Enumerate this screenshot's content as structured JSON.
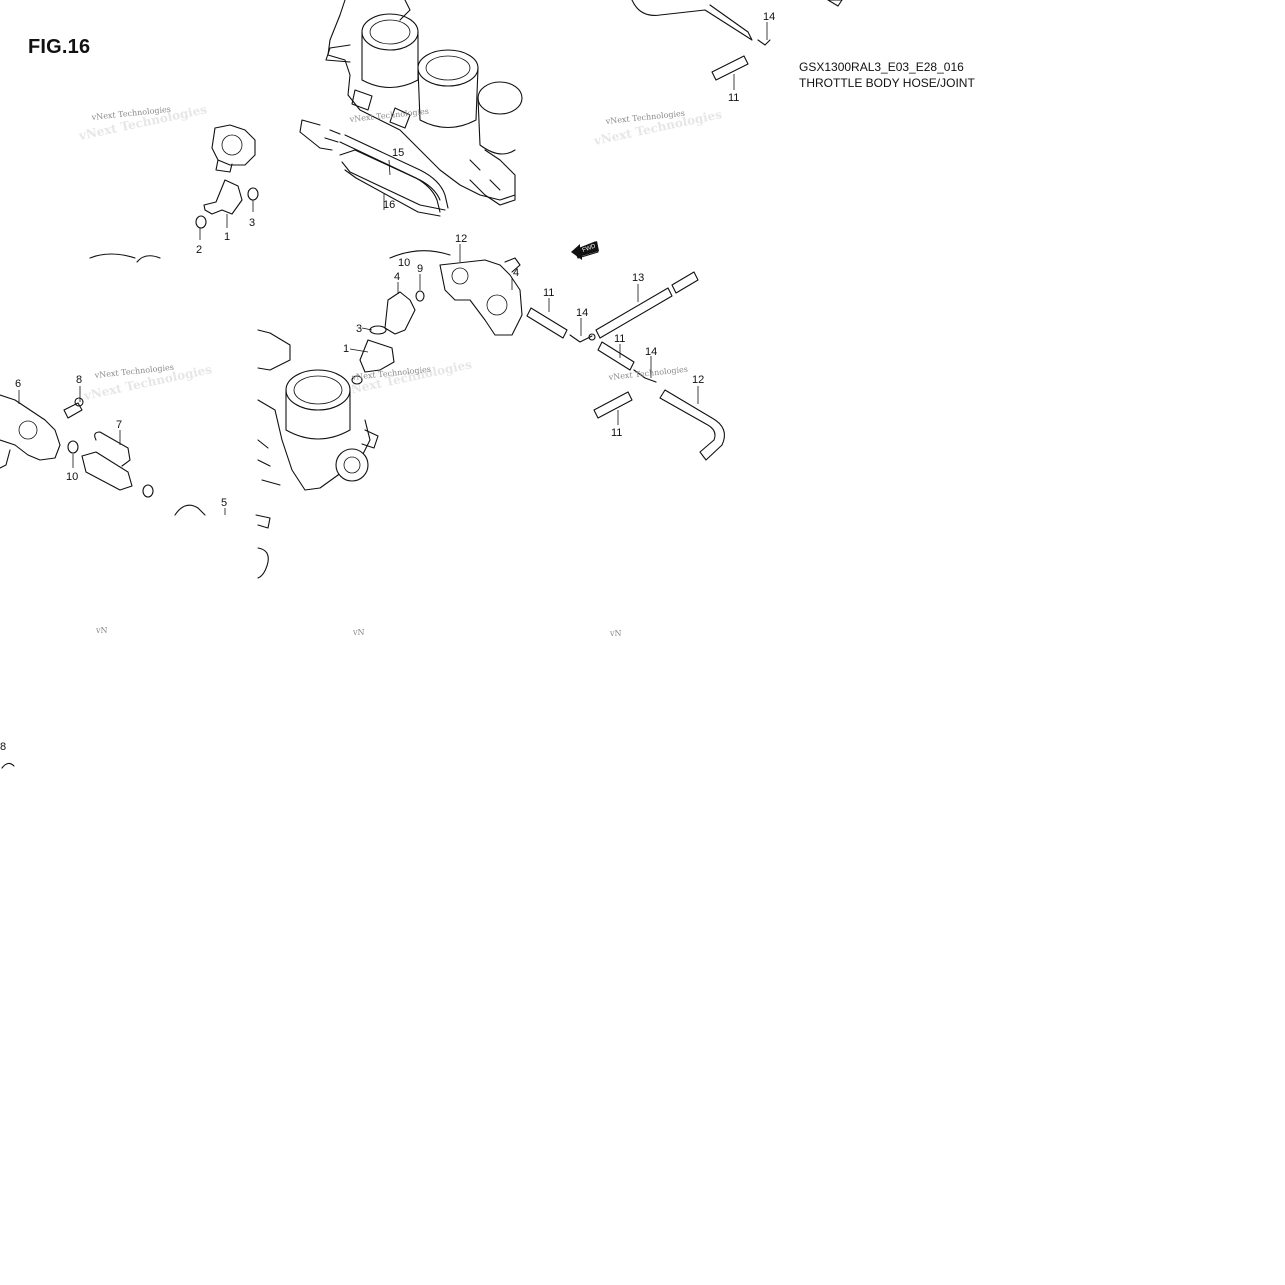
{
  "figure": {
    "title": "FIG.16",
    "code": "GSX1300RAL3_E03_E28_016",
    "name": "THROTTLE BODY HOSE/JOINT"
  },
  "watermark": {
    "text": "vNext Technologies",
    "fragment": "vN"
  },
  "fwd_label": "FWD",
  "callouts": {
    "c1": "1",
    "c2": "2",
    "c3": "3",
    "c4": "4",
    "c5": "5",
    "c6": "6",
    "c7": "7",
    "c8": "8",
    "c9": "9",
    "c10": "10",
    "c11": "11",
    "c12": "12",
    "c13": "13",
    "c14": "14",
    "c15": "15",
    "c16": "16"
  }
}
